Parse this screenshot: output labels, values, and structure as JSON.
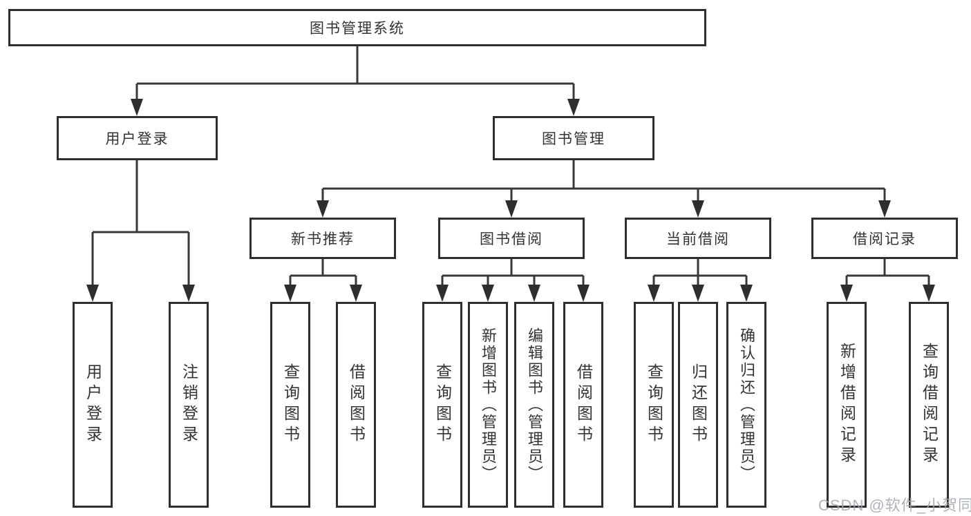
{
  "diagram_title": "图书管理系统",
  "tree": {
    "root": {
      "label": "图书管理系统"
    },
    "level2": [
      {
        "label": "用户登录",
        "children": [
          {
            "label": "用户登录"
          },
          {
            "label": "注销登录"
          }
        ]
      },
      {
        "label": "图书管理",
        "children": [
          {
            "label": "新书推荐",
            "children": [
              {
                "label": "查询图书"
              },
              {
                "label": "借阅图书"
              }
            ]
          },
          {
            "label": "图书借阅",
            "children": [
              {
                "label": "查询图书"
              },
              {
                "label": "新增图书（管理员）"
              },
              {
                "label": "编辑图书（管理员）"
              },
              {
                "label": "借阅图书"
              }
            ]
          },
          {
            "label": "当前借阅",
            "children": [
              {
                "label": "查询图书"
              },
              {
                "label": "归还图书"
              },
              {
                "label": "确认归还（管理员）"
              }
            ]
          },
          {
            "label": "借阅记录",
            "children": [
              {
                "label": "新增借阅记录"
              },
              {
                "label": "查询借阅记录"
              }
            ]
          }
        ]
      }
    ]
  },
  "watermark": {
    "text": "CSDN @软件_小贺同学"
  },
  "colors": {
    "line": "#383838",
    "box_border": "#2e2e2e",
    "text": "#333333",
    "watermark_gray": "#a0a6ad"
  }
}
